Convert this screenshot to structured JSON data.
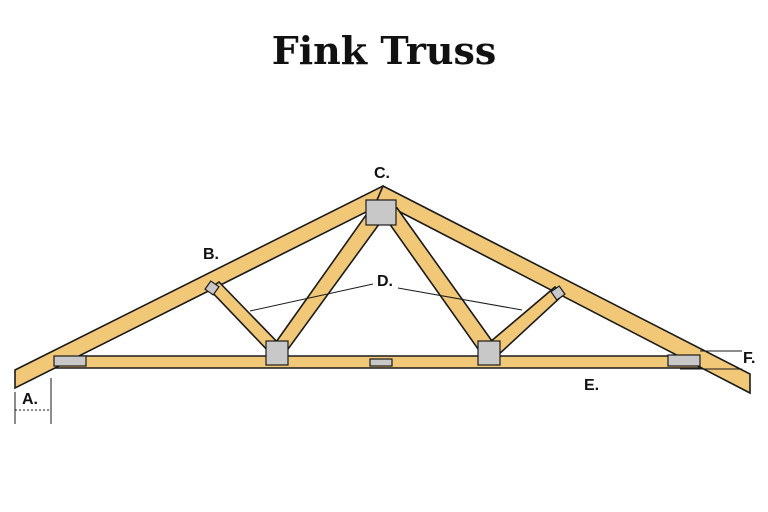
{
  "title": "Fink Truss",
  "labels": {
    "a": "A.",
    "b": "B.",
    "c": "C.",
    "d": "D.",
    "e": "E.",
    "f": "F."
  },
  "colors": {
    "wood": "#f0c878",
    "outline": "#1a1a1a",
    "plate": "#c8c8c8",
    "background": "#ffffff"
  }
}
